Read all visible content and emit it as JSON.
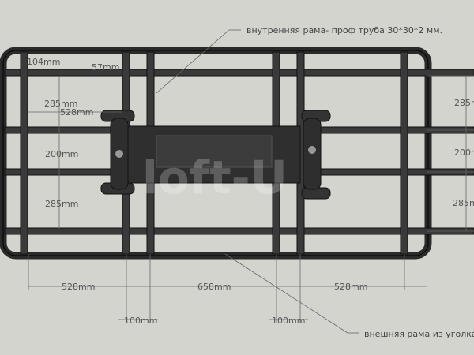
{
  "annotations": {
    "inner_frame": "внутренняя рама- проф труба 30*30*2 мм.",
    "outer_frame": "внешняя рама из уголка"
  },
  "dimensions": {
    "top_offset": "104mm",
    "top_inner": "57mm",
    "left_285_top": "285mm",
    "left_528": "528mm",
    "left_200": "200mm",
    "left_285_bottom": "285mm",
    "right_285_top": "285m",
    "right_200": "200m",
    "right_285_bottom": "285m",
    "bottom_528_left": "528mm",
    "bottom_658": "658mm",
    "bottom_528_right": "528mm",
    "bottom_100_left": "100mm",
    "bottom_100_right": "100mm"
  },
  "watermark": "loft-U",
  "colors": {
    "background": "#d4d4cf",
    "frame": "#3a3a3a"
  }
}
